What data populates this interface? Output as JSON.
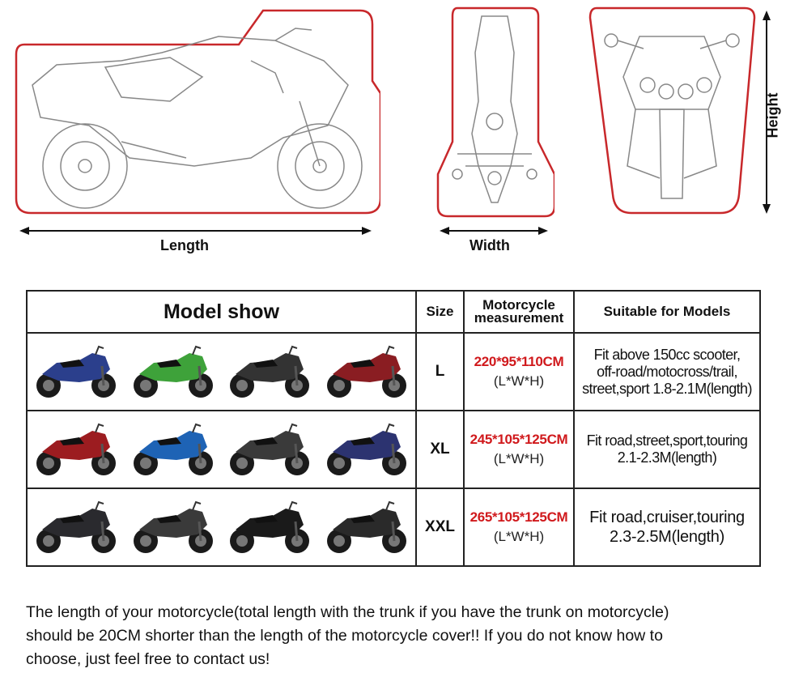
{
  "diagrams": {
    "side": {
      "label": "Length"
    },
    "front": {
      "label": "Width"
    },
    "rear": {
      "label": "Height"
    }
  },
  "table": {
    "headers": {
      "model": "Model show",
      "size": "Size",
      "measurement_line1": "Motorcycle",
      "measurement_line2": "measurement",
      "suitable": "Suitable for Models"
    },
    "rows": [
      {
        "size": "L",
        "measurement": "220*95*110CM",
        "unit": "(L*W*H)",
        "suitable_lines": [
          "Fit above 150cc scooter,",
          "off-road/motocross/trail,",
          "street,sport 1.8-2.1M(length)"
        ],
        "bike_colors": [
          "#2b3f8c",
          "#3ea23a",
          "#333333",
          "#8a1d22"
        ]
      },
      {
        "size": "XL",
        "measurement": "245*105*125CM",
        "unit": "(L*W*H)",
        "suitable_lines": [
          "Fit road,street,sport,touring",
          "2.1-2.3M(length)"
        ],
        "bike_colors": [
          "#9c1c20",
          "#1e63b5",
          "#3a3a3a",
          "#2c3370"
        ]
      },
      {
        "size": "XXL",
        "measurement": "265*105*125CM",
        "unit": "(L*W*H)",
        "suitable_lines": [
          "Fit road,cruiser,touring",
          "2.3-2.5M(length)"
        ],
        "bike_colors": [
          "#2a2a2e",
          "#3a3a3a",
          "#1a1a1a",
          "#2a2a2a"
        ]
      }
    ]
  },
  "footer": {
    "line1": "The length of your motorcycle(total length with the trunk if you have the trunk on motorcycle)",
    "line2": "should be 20CM shorter than the length of the motorcycle cover!! If you do not know how to",
    "line3": "choose, just feel free to contact us!"
  },
  "colors": {
    "outline_red": "#c8282b",
    "measurement_red": "#d0191c"
  }
}
